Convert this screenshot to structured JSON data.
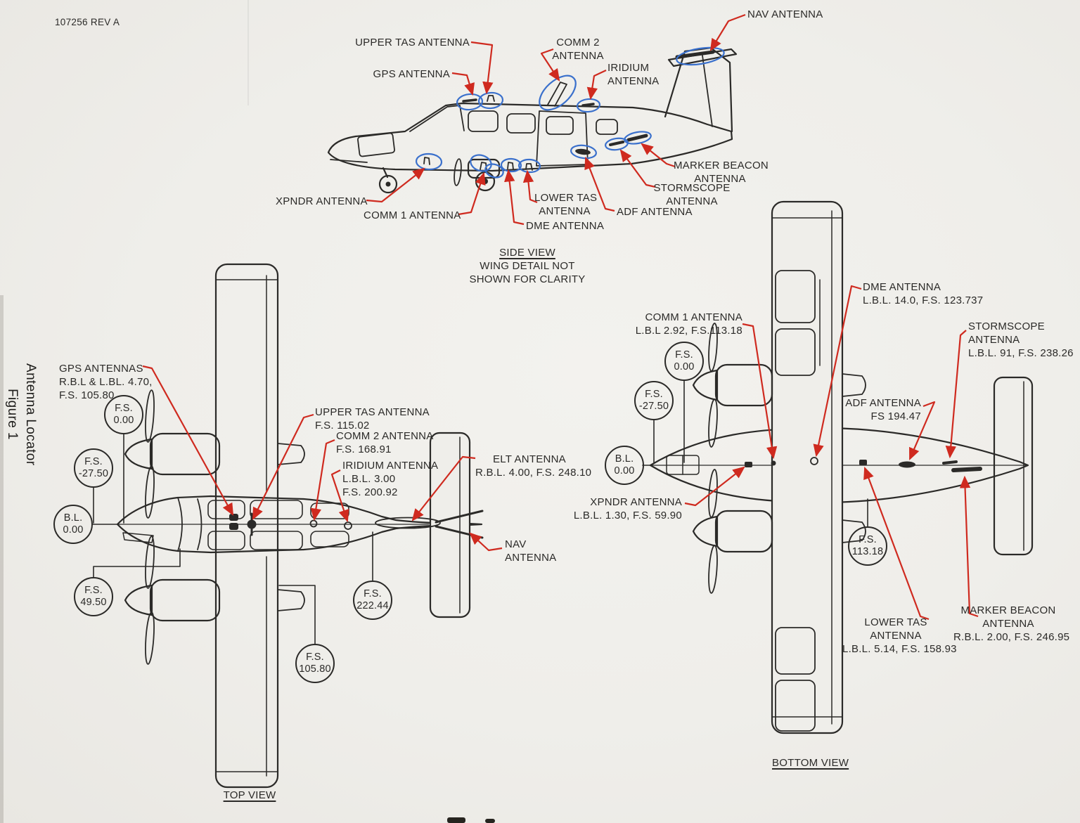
{
  "page": {
    "rev_label": "107256 REV A",
    "figure_title": "Antenna Locator",
    "figure_caption": "Figure 1"
  },
  "colors": {
    "paper": "#efeeea",
    "ink": "#2b2a28",
    "leader_red": "#cf2a1f",
    "highlight_blue": "#3a70cc"
  },
  "side_view": {
    "caption": "SIDE VIEW",
    "notes": [
      "WING DETAIL NOT",
      "SHOWN FOR CLARITY"
    ],
    "labels": {
      "upper_tas": [
        "UPPER TAS ANTENNA"
      ],
      "gps": [
        "GPS ANTENNA"
      ],
      "comm2": [
        "COMM 2",
        "ANTENNA"
      ],
      "iridium": [
        "IRIDIUM",
        "ANTENNA"
      ],
      "nav": [
        "NAV ANTENNA"
      ],
      "xpndr": [
        "XPNDR ANTENNA"
      ],
      "comm1": [
        "COMM 1 ANTENNA"
      ],
      "dme": [
        "DME ANTENNA"
      ],
      "lower_tas": [
        "LOWER TAS",
        "ANTENNA"
      ],
      "adf": [
        "ADF ANTENNA"
      ],
      "stormscope": [
        "STORMSCOPE",
        "ANTENNA"
      ],
      "marker_beacon": [
        "MARKER BEACON",
        "ANTENNA"
      ]
    }
  },
  "top_view": {
    "caption": "TOP VIEW",
    "labels": {
      "gps": [
        "GPS ANTENNAS",
        "R.B.L & L.BL. 4.70,",
        "F.S. 105.80"
      ],
      "upper_tas": [
        "UPPER TAS ANTENNA",
        "F.S. 115.02"
      ],
      "comm2": [
        "COMM 2 ANTENNA",
        "F.S. 168.91"
      ],
      "iridium": [
        "IRIDIUM ANTENNA",
        "L.B.L. 3.00",
        "F.S. 200.92"
      ],
      "elt": [
        "ELT ANTENNA",
        "R.B.L. 4.00, F.S. 248.10"
      ],
      "nav": [
        "NAV",
        "ANTENNA"
      ]
    },
    "stations": {
      "fs_0": [
        "F.S.",
        "0.00"
      ],
      "fs_m27": [
        "F.S.",
        "-27.50"
      ],
      "bl_0": [
        "B.L.",
        "0.00"
      ],
      "fs_49": [
        "F.S.",
        "49.50"
      ],
      "fs_222": [
        "F.S.",
        "222.44"
      ],
      "fs_105": [
        "F.S.",
        "105.80"
      ]
    }
  },
  "bottom_view": {
    "caption": "BOTTOM VIEW",
    "labels": {
      "comm1": [
        "COMM 1 ANTENNA",
        "L.B.L 2.92, F.S.113.18"
      ],
      "dme": [
        "DME ANTENNA",
        "L.B.L. 14.0, F.S. 123.737"
      ],
      "stormscope": [
        "STORMSCOPE",
        "ANTENNA",
        "L.B.L. 91, F.S. 238.26"
      ],
      "adf": [
        "ADF ANTENNA",
        "FS 194.47"
      ],
      "xpndr": [
        "XPNDR ANTENNA",
        "L.B.L. 1.30, F.S. 59.90"
      ],
      "lower_tas": [
        "LOWER TAS",
        "ANTENNA",
        "L.B.L. 5.14, F.S. 158.93"
      ],
      "marker_beacon": [
        "MARKER BEACON",
        "ANTENNA",
        "R.B.L. 2.00, F.S. 246.95"
      ]
    },
    "stations": {
      "fs_0": [
        "F.S.",
        "0.00"
      ],
      "fs_m27": [
        "F.S.",
        "-27.50"
      ],
      "bl_0": [
        "B.L.",
        "0.00"
      ],
      "fs_113": [
        "F.S.",
        "113.18"
      ]
    }
  }
}
